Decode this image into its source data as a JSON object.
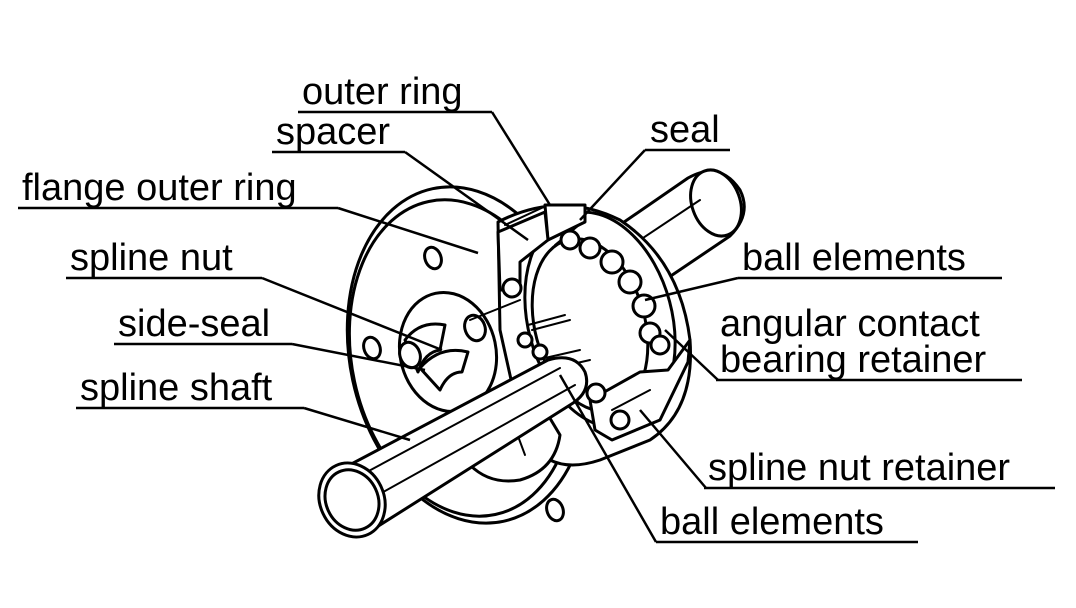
{
  "labels": {
    "outer_ring": "outer ring",
    "spacer": "spacer",
    "flange_outer_ring": "flange outer ring",
    "spline_nut": "spline nut",
    "side_seal": "side-seal",
    "spline_shaft": "spline shaft",
    "seal": "seal",
    "ball_elements_top": "ball elements",
    "angular_contact_line1": "angular contact",
    "angular_contact_line2": "bearing retainer",
    "spline_nut_retainer": "spline nut retainer",
    "ball_elements_bottom": "ball elements"
  }
}
